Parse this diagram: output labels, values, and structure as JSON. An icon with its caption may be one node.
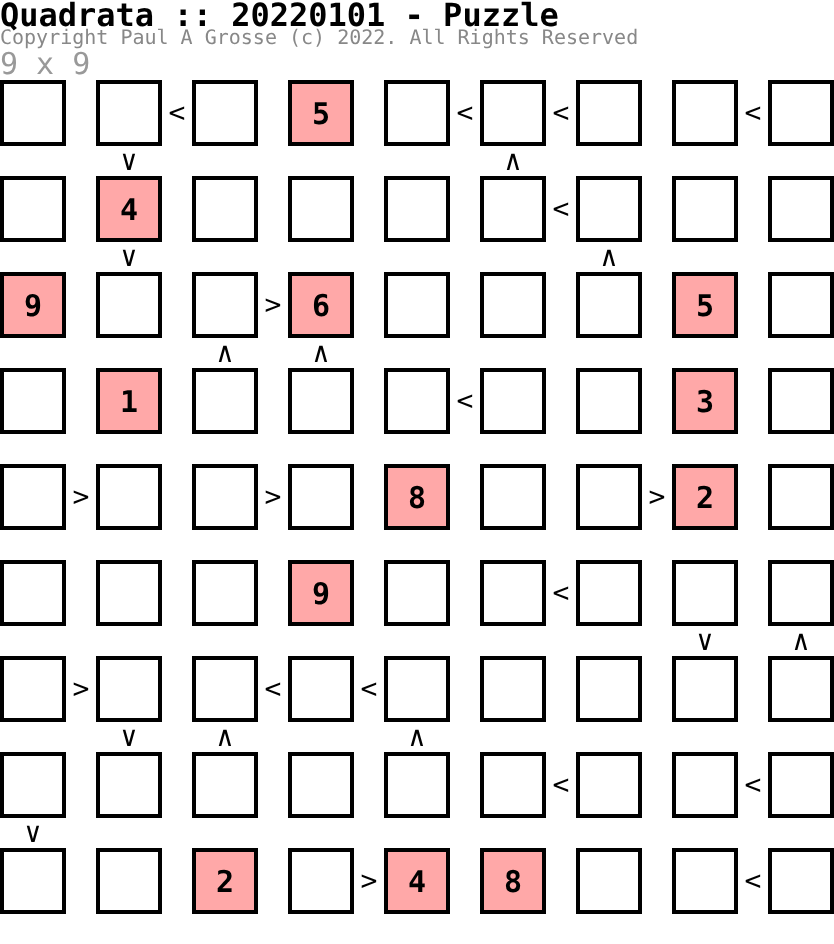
{
  "diagram": {
    "title": "Quadrata :: 20220101 - Puzzle",
    "nodes": [
      {
        "text": [],
        "shape": "box"
      },
      {
        "text": [],
        "shape": "box"
      },
      {
        "text": [],
        "shape": "box"
      },
      {
        "text": [
          "5"
        ]
      },
      {
        "text": [],
        "shape": "box"
      },
      {
        "text": [],
        "shape": "box"
      },
      {
        "text": [],
        "shape": "box"
      },
      {
        "text": [],
        "shape": "box"
      },
      {
        "text": [],
        "shape": "box"
      },
      {
        "text": [],
        "shape": "box"
      },
      {
        "text": [
          "4"
        ]
      },
      {
        "text": [],
        "shape": "box"
      },
      {
        "text": [],
        "shape": "box"
      },
      {
        "text": [],
        "shape": "box"
      },
      {
        "text": [],
        "shape": "box"
      },
      {
        "text": [],
        "shape": "box"
      },
      {
        "text": [],
        "shape": "box"
      },
      {
        "text": [],
        "shape": "box"
      },
      {
        "text": [
          "9"
        ]
      },
      {
        "text": [],
        "shape": "box"
      },
      {
        "text": [],
        "shape": "box"
      },
      {
        "text": [
          "6"
        ]
      },
      {
        "text": [],
        "shape": "box"
      },
      {
        "text": [],
        "shape": "box"
      },
      {
        "text": [],
        "shape": "box"
      },
      {
        "text": [
          "5"
        ]
      },
      {
        "text": [],
        "shape": "box"
      },
      {
        "text": [],
        "shape": "box"
      },
      {
        "text": [
          "1"
        ]
      },
      {
        "text": [],
        "shape": "box"
      },
      {
        "text": [],
        "shape": "box"
      },
      {
        "text": [],
        "shape": "box"
      },
      {
        "text": [],
        "shape": "box"
      },
      {
        "text": [],
        "shape": "box"
      },
      {
        "text": [
          "3"
        ]
      },
      {
        "text": [],
        "shape": "box"
      },
      {
        "text": [],
        "shape": "box"
      },
      {
        "text": [],
        "shape": "box"
      },
      {
        "text": [],
        "shape": "box"
      },
      {
        "text": [],
        "shape": "box"
      },
      {
        "text": [
          "8"
        ]
      },
      {
        "text": [],
        "shape": "box"
      },
      {
        "text": [],
        "shape": "box"
      },
      {
        "text": [
          "2"
        ]
      },
      {
        "text": [],
        "shape": "box"
      },
      {
        "text": [],
        "shape": "box"
      },
      {
        "text": [],
        "shape": "box"
      },
      {
        "text": [],
        "shape": "box"
      },
      {
        "text": [
          "9"
        ]
      },
      {
        "text": [],
        "shape": "box"
      },
      {
        "text": [],
        "shape": "box"
      },
      {
        "text": [],
        "shape": "box"
      },
      {
        "text": [],
        "shape": "box"
      },
      {
        "text": [],
        "shape": "box"
      },
      {
        "text": [],
        "shape": "box"
      },
      {
        "text": [],
        "shape": "box"
      },
      {
        "text": [],
        "shape": "box"
      },
      {
        "text": [],
        "shape": "box"
      },
      {
        "text": [],
        "shape": "box"
      },
      {
        "text": [],
        "shape": "box"
      },
      {
        "text": [],
        "shape": "box"
      },
      {
        "text": [],
        "shape": "box"
      },
      {
        "text": [],
        "shape": "box"
      },
      {
        "text": [],
        "shape": "box"
      },
      {
        "text": [],
        "shape": "box"
      },
      {
        "text": [],
        "shape": "box"
      },
      {
        "text": [],
        "shape": "box"
      },
      {
        "text": [],
        "shape": "box"
      },
      {
        "text": [],
        "shape": "box"
      },
      {
        "text": [],
        "shape": "box"
      },
      {
        "text": [],
        "shape": "box"
      },
      {
        "text": [],
        "shape": "box"
      },
      {
        "text": [],
        "shape": "box"
      },
      {
        "text": [],
        "shape": "box"
      },
      {
        "text": [
          "2"
        ]
      },
      {
        "text": [],
        "shape": "box"
      },
      {
        "text": [
          "4"
        ]
      },
      {
        "text": [
          "8"
        ]
      },
      {
        "text": [],
        "shape": "box"
      },
      {
        "text": [],
        "shape": "box"
      },
      {
        "text": [],
        "shape": "box"
      }
    ],
    "labels": [
      "Copyright Paul A Grosse (c) 2022. All Rights Reserved",
      "9 x 9",
      "<",
      "<",
      "<",
      "<",
      "∨",
      "∧",
      "<",
      "∨",
      "∧",
      ">",
      "∧",
      "∧",
      "<",
      ">",
      ">",
      ">",
      "<",
      "∨",
      "∧",
      ">",
      "<",
      "<",
      "∨",
      "∧",
      "∧",
      "<",
      "<",
      "∨",
      ">",
      "<"
    ]
  }
}
